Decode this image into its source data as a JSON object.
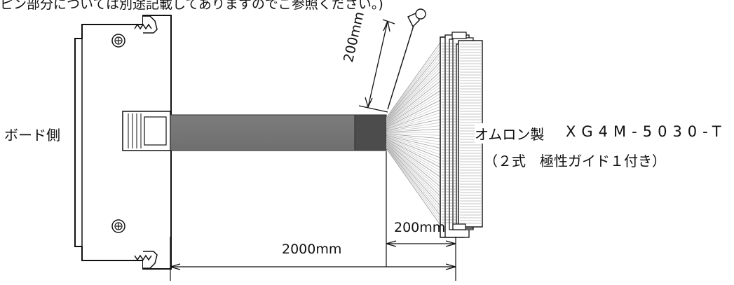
{
  "diagram": {
    "top_note": "ピン部分については別途記載してありますのでご参照ください。)",
    "board_label": "ボード側",
    "dimensions": {
      "main_length": "2000mm",
      "pigtail_length_bottom": "200mm",
      "pigtail_length_rotated": "200mm"
    },
    "connector": {
      "maker_label": "オムロン製",
      "model": "XG4M-5030-T",
      "subtext": "（２式　極性ガイド１付き）"
    }
  }
}
